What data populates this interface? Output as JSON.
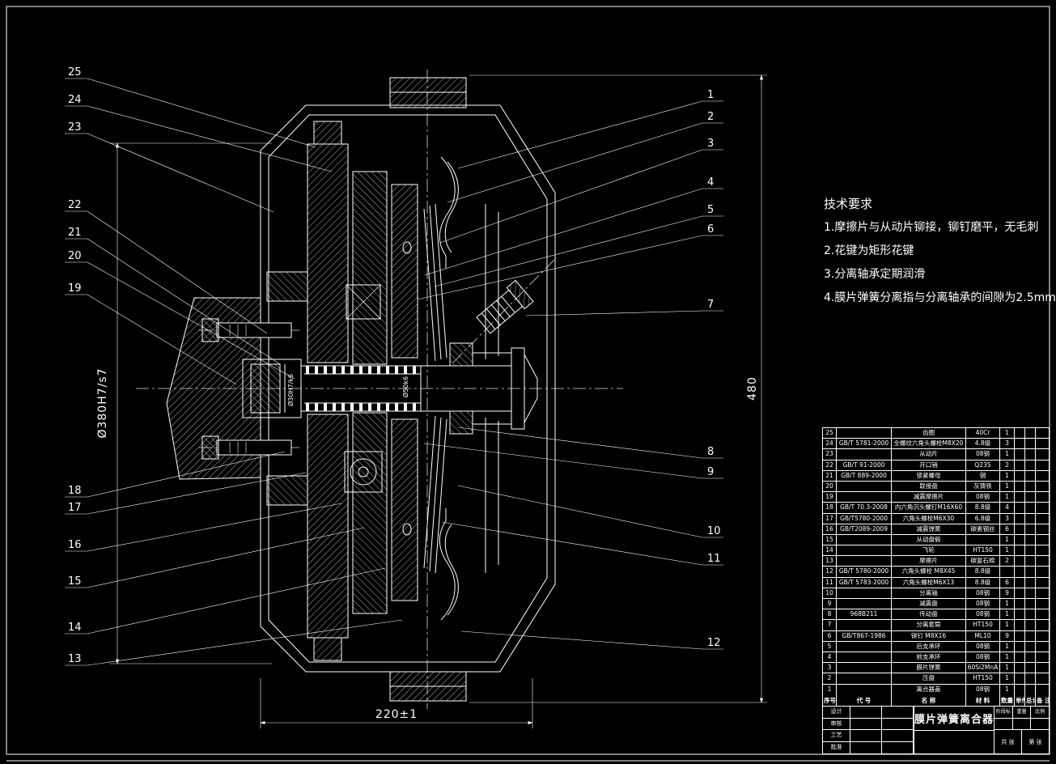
{
  "drawing": {
    "tech_requirements": {
      "title": "技术要求",
      "items": [
        "1.摩擦片与从动片铆接，铆钉磨平，无毛刺",
        "2.花键为矩形花键",
        "3.分离轴承定期润滑",
        "4.膜片弹簧分离指与分离轴承的间隙为2.5mm"
      ]
    },
    "dimensions": {
      "bore": "Ø380H7/s7",
      "height": "480",
      "width": "220±1",
      "hub_fit": "Ø30H7/k6",
      "shaft_fit": "Ø50k6"
    },
    "callouts": {
      "left": [
        "25",
        "24",
        "23",
        "22",
        "21",
        "20",
        "19",
        "18",
        "17",
        "16",
        "15",
        "14",
        "13"
      ],
      "right": [
        "1",
        "2",
        "3",
        "4",
        "5",
        "6",
        "7",
        "8",
        "9",
        "10",
        "11",
        "12"
      ]
    },
    "colors": {
      "background": "#000000",
      "line": "#ffffff"
    }
  },
  "parts_table": {
    "header": {
      "no": "序号",
      "code": "代  号",
      "name": "名  称",
      "material": "材  料",
      "qty": "数量",
      "weight_each": "单件",
      "weight_total": "总计",
      "notes": "备 注"
    },
    "rows": [
      [
        "25",
        "",
        "齿圈",
        "40Cr",
        "1"
      ],
      [
        "24",
        "GB/T 5781-2000",
        "全螺纹六角头螺栓M8X20",
        "4.8级",
        "3"
      ],
      [
        "23",
        "",
        "从动片",
        "08钢",
        "1"
      ],
      [
        "22",
        "GB/T 91-2000",
        "开口销",
        "Q235",
        "2"
      ],
      [
        "21",
        "GB/T 889-2000",
        "锁紧螺母",
        "钢",
        "1"
      ],
      [
        "20",
        "",
        "联接盘",
        "灰铸铁",
        "1"
      ],
      [
        "19",
        "",
        "减震摩擦片",
        "08钢",
        "1"
      ],
      [
        "18",
        "GB/T 70.3-2008",
        "内六角沉头螺钉M16X60",
        "8.8级",
        "4"
      ],
      [
        "17",
        "GB/T5780-2000",
        "六角头螺栓M6X30",
        "6.8级",
        "3"
      ],
      [
        "16",
        "GB/T2089-2009",
        "减震弹簧",
        "碳素钢丝",
        "6"
      ],
      [
        "15",
        "",
        "从动盘毂",
        "",
        "1"
      ],
      [
        "14",
        "",
        "飞轮",
        "HT150",
        "1"
      ],
      [
        "13",
        "",
        "摩擦片",
        "碳复石棉",
        "2"
      ],
      [
        "12",
        "GB/T 5780-2000",
        "六角头螺栓 M8X45",
        "8.8级",
        ""
      ],
      [
        "11",
        "GB/T 5783-2000",
        "六角头螺栓M6X13",
        "8.8级",
        "6"
      ],
      [
        "10",
        "",
        "分离轴",
        "08钢",
        "9"
      ],
      [
        "9",
        "",
        "减震盘",
        "08钢",
        "1"
      ],
      [
        "8",
        "968B211",
        "传动盘",
        "08钢",
        "1"
      ],
      [
        "7",
        "",
        "分离套筒",
        "HT150",
        "1"
      ],
      [
        "6",
        "GB/T867-1986",
        "铆钉 M8X16",
        "ML10",
        "9"
      ],
      [
        "5",
        "",
        "后支承环",
        "08钢",
        "1"
      ],
      [
        "4",
        "",
        "前支承环",
        "08钢",
        "1"
      ],
      [
        "3",
        "",
        "膜片弹簧",
        "60Si2MnA",
        "1"
      ],
      [
        "2",
        "",
        "压盘",
        "HT150",
        "1"
      ],
      [
        "1",
        "",
        "离合器盖",
        "08钢",
        "1"
      ]
    ]
  },
  "title_block": {
    "title": "膜片弹簧离合器",
    "signatures": [
      "设计",
      "审核",
      "工艺",
      "批准"
    ],
    "stage_label": "阶段标记",
    "weight_label": "重量",
    "scale_label": "比例",
    "sheet_total": "共 张",
    "sheet_no": "第 张"
  }
}
